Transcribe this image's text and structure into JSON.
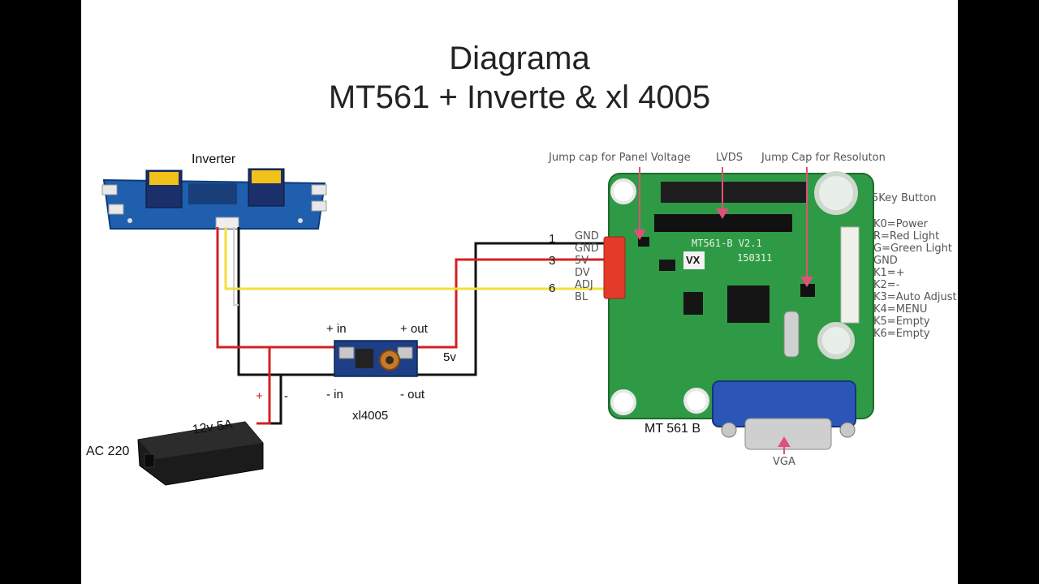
{
  "title": {
    "line1": "Diagrama",
    "line2": "MT561  + Inverte & xl 4005"
  },
  "inverter": {
    "label": "Inverter"
  },
  "xl4005": {
    "label": "xl4005",
    "in_plus": "+ in",
    "out_plus": "+ out",
    "in_minus": "- in",
    "out_minus": "- out",
    "out_voltage": "5v"
  },
  "power_supply": {
    "rating": "12v 5A",
    "ac_label": "AC 220",
    "plus": "+",
    "minus": "-"
  },
  "board": {
    "name_label": "MT 561 B",
    "silk": "MT561-B  V2.1",
    "silk_code": "150311",
    "vx": "VX",
    "callouts": {
      "panel_voltage": "Jump cap for Panel Voltage",
      "lvds": "LVDS",
      "resolution": "Jump Cap for Resoluton",
      "vga": "VGA"
    },
    "connector_pins": [
      "GND",
      "GND",
      "5V",
      "DV",
      "ADJ",
      "BL"
    ],
    "pin_numbers": [
      "1",
      "3",
      "6"
    ]
  },
  "key_button": {
    "title": "5Key Button",
    "items": [
      "K0=Power",
      "R=Red Light",
      "G=Green Light",
      "GND",
      "K1=+",
      "K2=-",
      "K3=Auto Adjust",
      "K4=MENU",
      "K5=Empty",
      "K6=Empty"
    ]
  },
  "wire_colors": {
    "red": "#d42020",
    "black": "#111111",
    "yellow": "#f2e03a",
    "white": "#d8d8d8"
  }
}
